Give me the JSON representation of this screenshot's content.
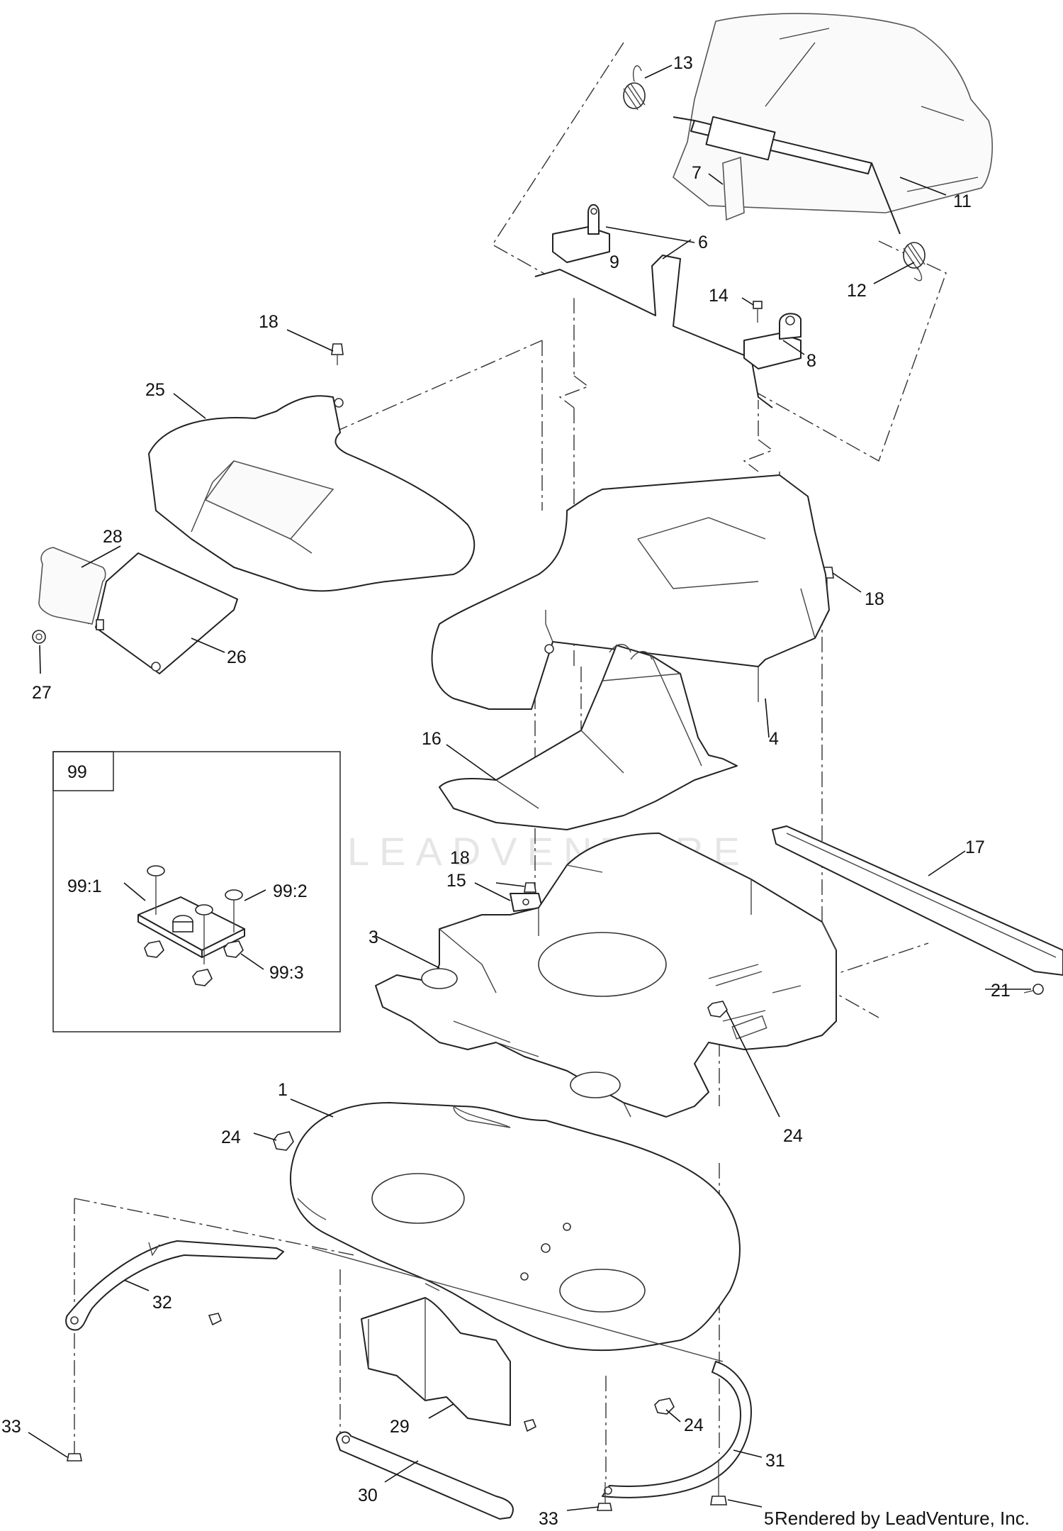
{
  "watermark": "LEADVENTURE",
  "credit": "Rendered by LeadVenture, Inc.",
  "inset": {
    "label": "99"
  },
  "callouts": [
    {
      "id": "c1",
      "label": "1"
    },
    {
      "id": "c3",
      "label": "3"
    },
    {
      "id": "c4",
      "label": "4"
    },
    {
      "id": "c5",
      "label": "5"
    },
    {
      "id": "c6",
      "label": "6"
    },
    {
      "id": "c7",
      "label": "7"
    },
    {
      "id": "c8",
      "label": "8"
    },
    {
      "id": "c9",
      "label": "9"
    },
    {
      "id": "c11",
      "label": "11"
    },
    {
      "id": "c12",
      "label": "12"
    },
    {
      "id": "c13",
      "label": "13"
    },
    {
      "id": "c14",
      "label": "14"
    },
    {
      "id": "c15",
      "label": "15"
    },
    {
      "id": "c16",
      "label": "16"
    },
    {
      "id": "c17",
      "label": "17"
    },
    {
      "id": "c18a",
      "label": "18"
    },
    {
      "id": "c18b",
      "label": "18"
    },
    {
      "id": "c18c",
      "label": "18"
    },
    {
      "id": "c21",
      "label": "21"
    },
    {
      "id": "c24a",
      "label": "24"
    },
    {
      "id": "c24b",
      "label": "24"
    },
    {
      "id": "c24c",
      "label": "24"
    },
    {
      "id": "c25",
      "label": "25"
    },
    {
      "id": "c26",
      "label": "26"
    },
    {
      "id": "c27",
      "label": "27"
    },
    {
      "id": "c28",
      "label": "28"
    },
    {
      "id": "c29",
      "label": "29"
    },
    {
      "id": "c30",
      "label": "30"
    },
    {
      "id": "c31",
      "label": "31"
    },
    {
      "id": "c32",
      "label": "32"
    },
    {
      "id": "c33a",
      "label": "33"
    },
    {
      "id": "c33b",
      "label": "33"
    },
    {
      "id": "c99_1",
      "label": "99:1"
    },
    {
      "id": "c99_2",
      "label": "99:2"
    },
    {
      "id": "c99_3",
      "label": "99:3"
    }
  ]
}
